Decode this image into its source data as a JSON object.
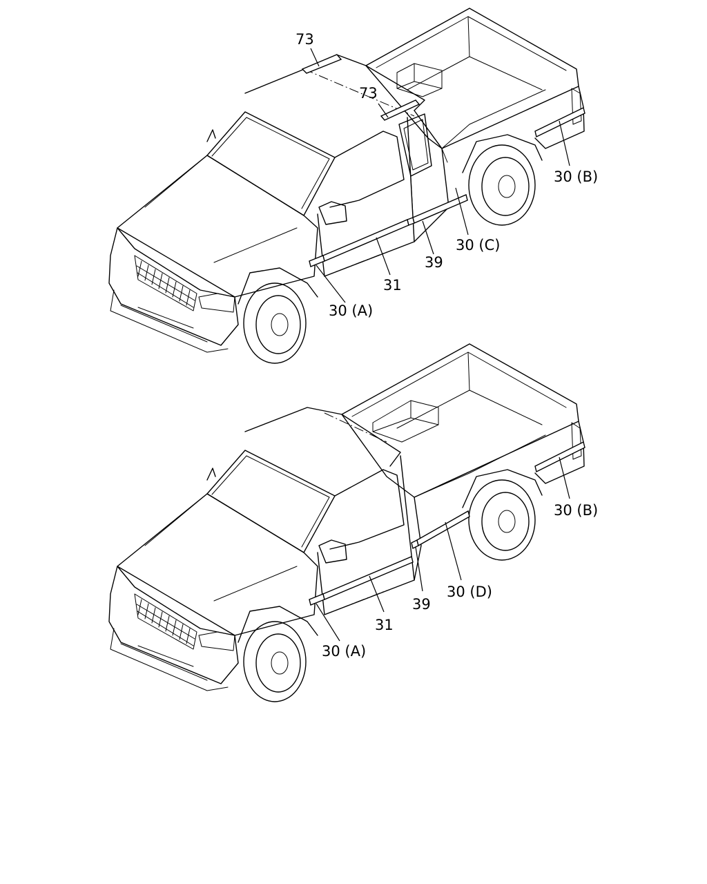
{
  "diagrams": [
    {
      "name": "extended-cab",
      "labels": {
        "roof_front": "73",
        "roof_rear": "73",
        "front_fender": "30 (A)",
        "door_molding": "31",
        "door_gap": "39",
        "cab_rear": "30 (C)",
        "bed_side": "30 (B)"
      }
    },
    {
      "name": "regular-cab",
      "labels": {
        "front_fender": "30 (A)",
        "door_molding": "31",
        "door_gap": "39",
        "bed_front": "30 (D)",
        "bed_side": "30 (B)"
      }
    }
  ]
}
